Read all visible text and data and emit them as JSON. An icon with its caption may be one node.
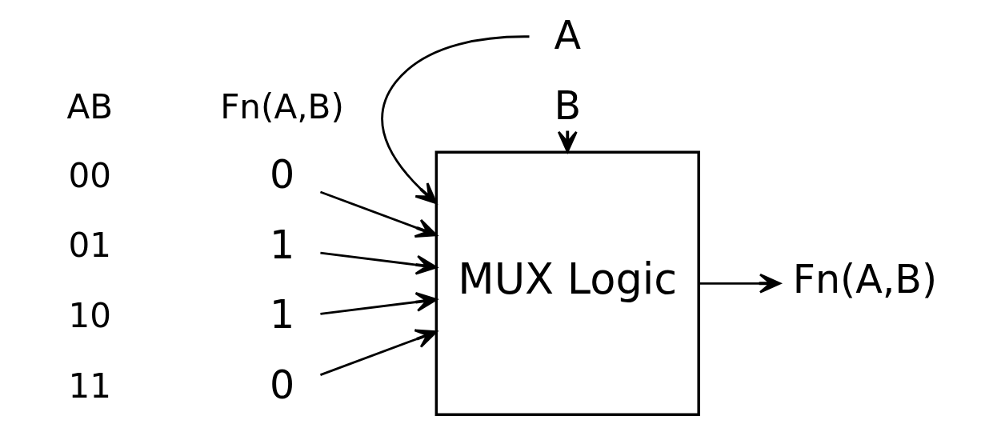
{
  "diagram": {
    "nodes": [
      {
        "text": [
          "A"
        ]
      },
      {
        "text": [
          "B"
        ]
      },
      {
        "text": [
          "MUX Logic"
        ]
      },
      {
        "text": [
          "Fn(A,B)"
        ]
      },
      {
        "text": [
          "0"
        ]
      },
      {
        "text": [
          "1"
        ]
      },
      {
        "text": [
          "1"
        ]
      },
      {
        "text": [
          "0"
        ]
      }
    ],
    "edges": [
      {
        "from": 0,
        "to": 2,
        "arrow": "to"
      },
      {
        "from": 1,
        "to": 2,
        "arrow": "to"
      },
      {
        "from": 4,
        "to": 2,
        "arrow": "to"
      },
      {
        "from": 5,
        "to": 2,
        "arrow": "to"
      },
      {
        "from": 6,
        "to": 2,
        "arrow": "to"
      },
      {
        "from": 7,
        "to": 2,
        "arrow": "to"
      },
      {
        "from": 2,
        "to": 3,
        "arrow": "to"
      }
    ],
    "labels": [
      "AB",
      "Fn(A,B)",
      "00",
      "01",
      "10",
      "11"
    ]
  }
}
